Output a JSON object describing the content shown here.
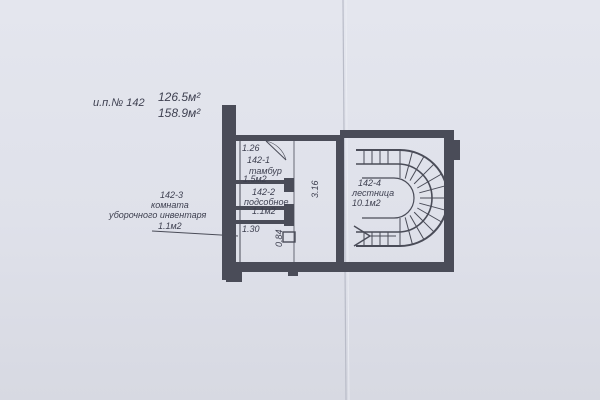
{
  "header": {
    "unit_label": "и.п.№ 142",
    "area_1": "126.5м²",
    "area_2": "158.9м²"
  },
  "dimensions": {
    "d_126": "1.26",
    "d_130": "1.30",
    "d_084": "0.84",
    "d_316": "3.16"
  },
  "rooms": [
    {
      "id": "142-1",
      "name": "тамбур",
      "area": "1.5м2"
    },
    {
      "id": "142-2",
      "name": "подсобное",
      "area": "1.1м2"
    },
    {
      "id": "142-3",
      "name_line1": "комната",
      "name_line2": "уборочного инвентаря",
      "area": "1.1м2"
    },
    {
      "id": "142-4",
      "name": "лестница",
      "area": "10.1м2"
    }
  ]
}
